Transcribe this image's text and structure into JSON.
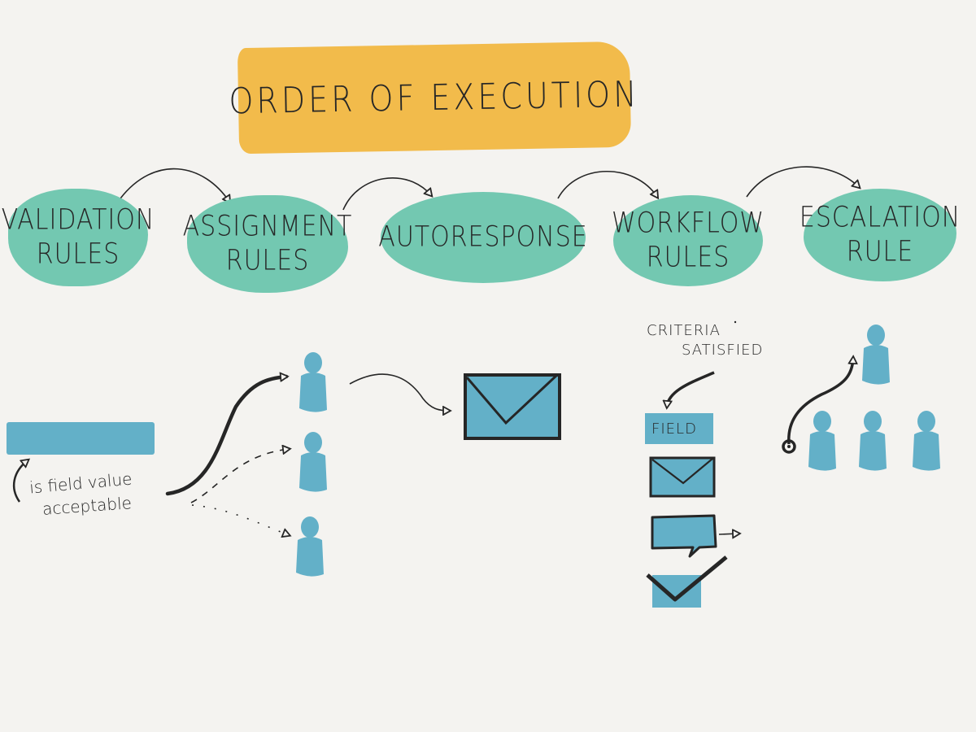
{
  "title": "ORDER OF EXECUTION",
  "colors": {
    "background": "#f4f3f0",
    "title_fill": "#f2bb4b",
    "step_fill": "#73c8b1",
    "icon_fill": "#63b0c8",
    "ink": "#262626"
  },
  "steps": [
    {
      "line1": "VALIDATION",
      "line2": "RULES"
    },
    {
      "line1": "ASSIGNMENT",
      "line2": "RULES"
    },
    {
      "line1": "AUTORESPONSE",
      "line2": ""
    },
    {
      "line1": "WORKFLOW",
      "line2": "RULES"
    },
    {
      "line1": "ESCALATION",
      "line2": "RULE"
    }
  ],
  "validation": {
    "note_line1": "is field value",
    "note_line2": "acceptable",
    "icon": "input-field-bar"
  },
  "assignment": {
    "icons": [
      "person-icon",
      "person-icon",
      "person-icon"
    ]
  },
  "autoresponse": {
    "icon": "envelope-icon"
  },
  "workflow": {
    "criteria_line1": "CRITERIA",
    "criteria_line2": "SATISFIED",
    "field_label": "FIELD",
    "icons": [
      "field-update",
      "envelope-icon",
      "message-bubble-icon",
      "checkbox-check-icon"
    ]
  },
  "escalation": {
    "icons": [
      "timer-icon",
      "person-icon",
      "person-icon",
      "person-icon",
      "person-icon"
    ]
  }
}
